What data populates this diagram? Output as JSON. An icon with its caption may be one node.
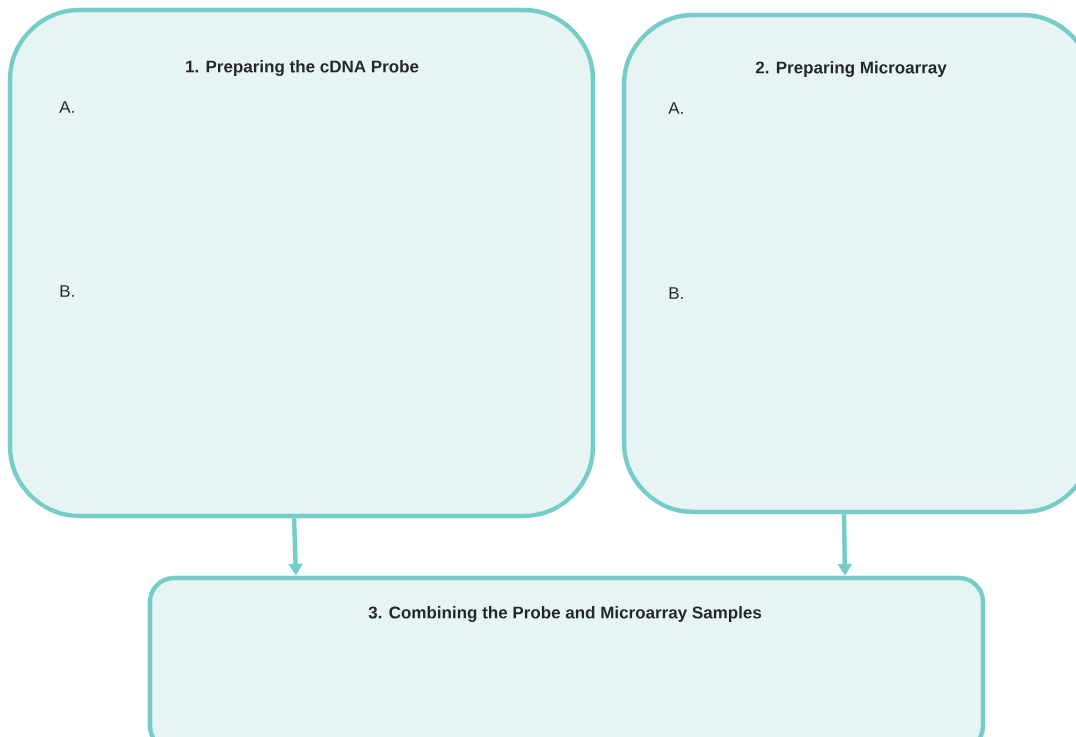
{
  "diagram": {
    "nodes": [
      {
        "text": [
          "1. Preparing the cDNA Probe",
          "A.",
          "B."
        ]
      },
      {
        "text": [
          "2. Preparing Microarray",
          "A.",
          "B."
        ]
      },
      {
        "text": [
          "3. Combining the Probe and Microarray Samples"
        ]
      }
    ],
    "edges": [
      {
        "from": 0,
        "to": 2,
        "arrow": "to"
      },
      {
        "from": 1,
        "to": 2,
        "arrow": "to"
      }
    ]
  }
}
